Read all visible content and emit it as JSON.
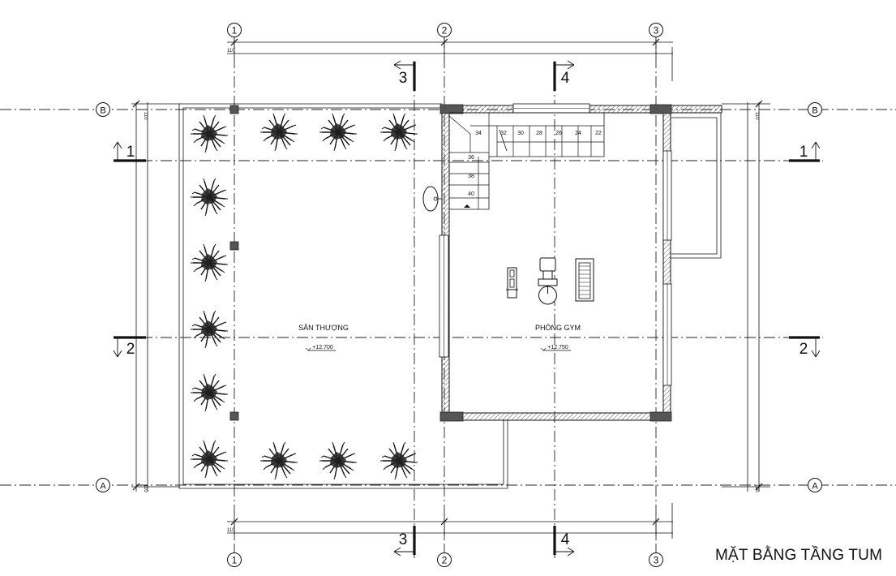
{
  "grid": {
    "vertical": [
      "1",
      "2",
      "3"
    ],
    "horizontal": [
      "B",
      "A"
    ]
  },
  "sections": {
    "top": [
      "3",
      "4"
    ],
    "bottom": [
      "3",
      "4"
    ],
    "left": [
      "1",
      "2"
    ],
    "right": [
      "1",
      "2"
    ]
  },
  "dimension_mark": "110",
  "rooms": {
    "terrace": {
      "name": "SÂN THƯỢNG",
      "level": "+12.700"
    },
    "gym": {
      "name": "PHÒNG GYM",
      "level": "+12.750"
    }
  },
  "stair_steps": {
    "top_run": [
      "34",
      "32",
      "30",
      "28",
      "26",
      "24",
      "22"
    ],
    "left_run": [
      "36",
      "38",
      "40"
    ]
  },
  "drawing_title": "MẶT BẰNG TẦNG TUM"
}
